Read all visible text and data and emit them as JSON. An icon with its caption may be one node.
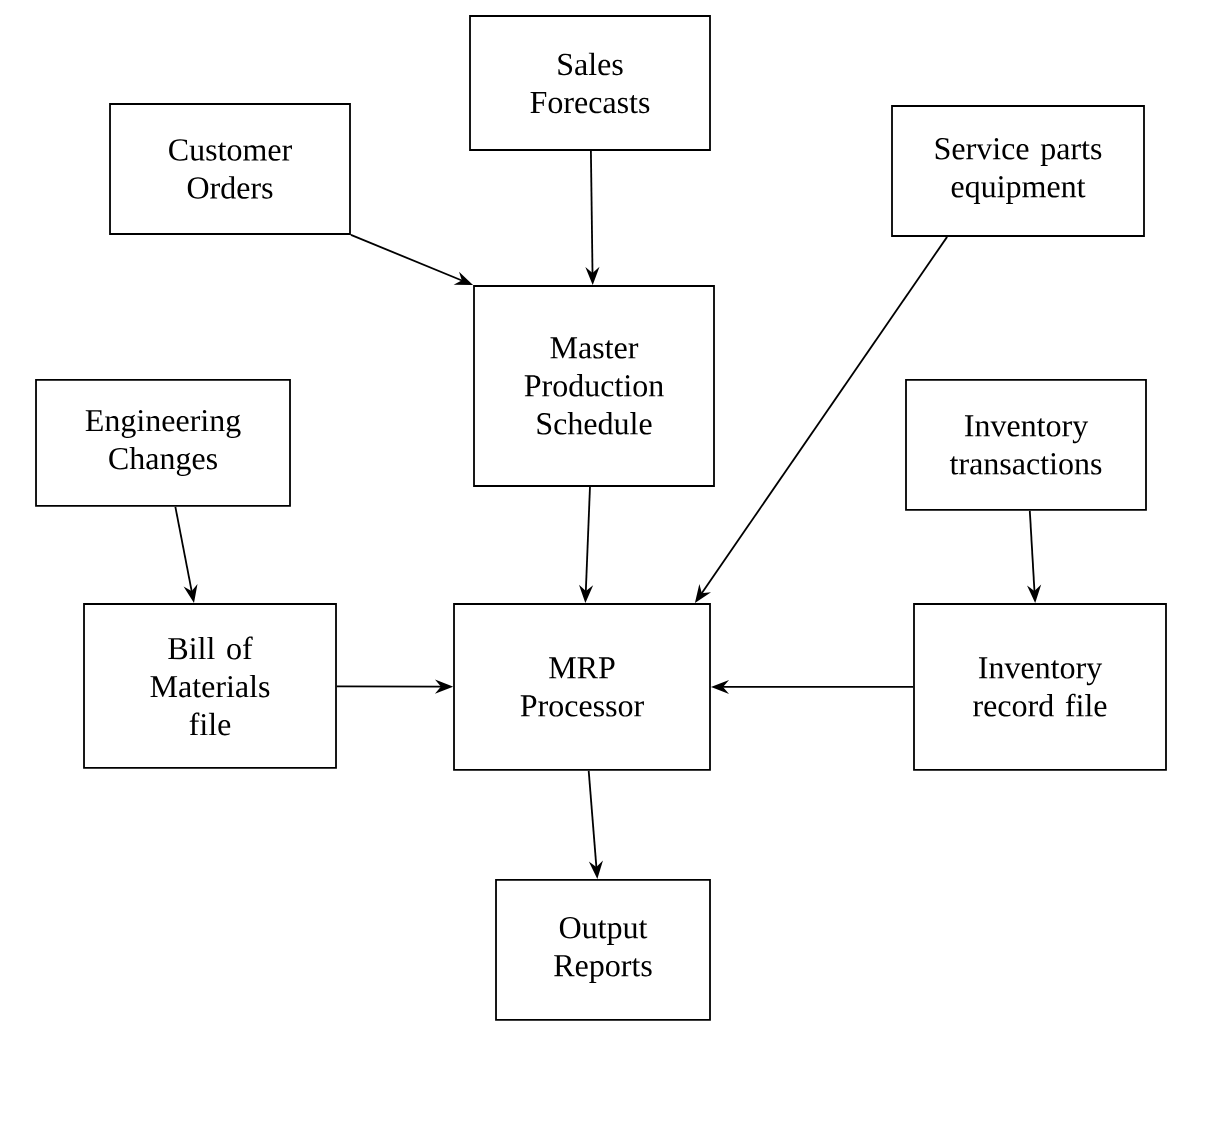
{
  "diagram": {
    "nodes": [
      {
        "text": [
          "Sales Forecasts"
        ]
      },
      {
        "text": [
          "Customer Orders"
        ]
      },
      {
        "text": [
          "Service parts equipment"
        ]
      },
      {
        "text": [
          "Master Production Schedule"
        ]
      },
      {
        "text": [
          "Engineering Changes"
        ]
      },
      {
        "text": [
          "Inventory transactions"
        ]
      },
      {
        "text": [
          "Bill of Materials file"
        ]
      },
      {
        "text": [
          "MRP Processor"
        ]
      },
      {
        "text": [
          "Inventory record file"
        ]
      },
      {
        "text": [
          "Output Reports"
        ]
      }
    ],
    "edges": [
      {
        "from": 0,
        "to": 3,
        "arrow": "to"
      },
      {
        "from": 1,
        "to": 3,
        "arrow": "to"
      },
      {
        "from": 2,
        "to": 7,
        "arrow": "to"
      },
      {
        "from": 3,
        "to": 7,
        "arrow": "to"
      },
      {
        "from": 4,
        "to": 6,
        "arrow": "to"
      },
      {
        "from": 5,
        "to": 8,
        "arrow": "to"
      },
      {
        "from": 6,
        "to": 7,
        "arrow": "to"
      },
      {
        "from": 8,
        "to": 7,
        "arrow": "to"
      },
      {
        "from": 7,
        "to": 9,
        "arrow": "to"
      }
    ]
  }
}
